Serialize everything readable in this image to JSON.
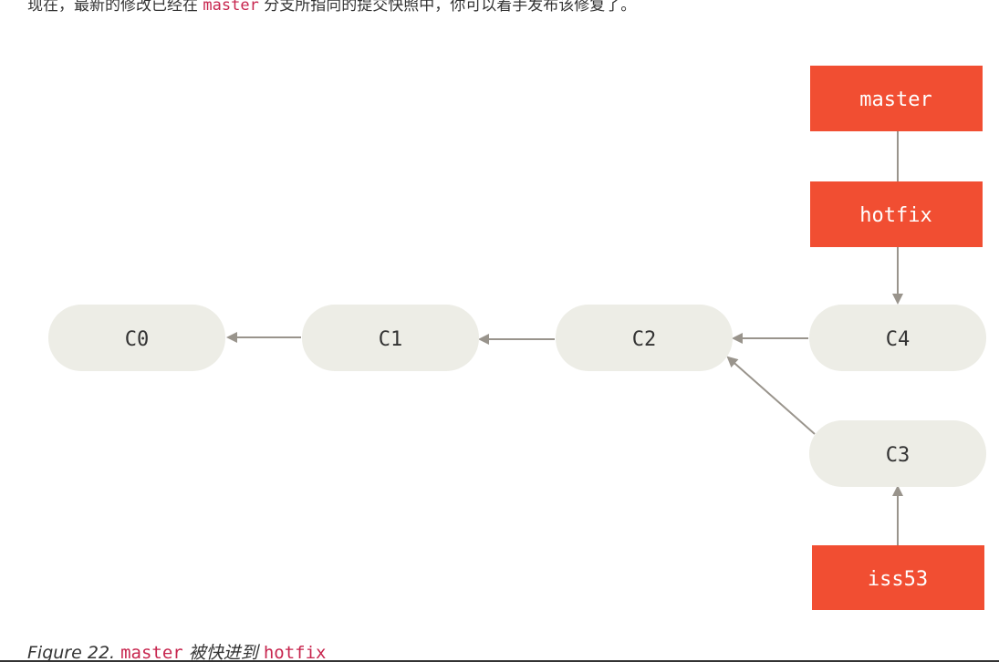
{
  "intro": {
    "text_before": "现在，最新的修改已经在 ",
    "code": "master",
    "text_after": " 分支所指向的提交快照中，你可以着手发布该修复了。"
  },
  "diagram": {
    "commits": [
      {
        "id": "c0",
        "label": "C0"
      },
      {
        "id": "c1",
        "label": "C1"
      },
      {
        "id": "c2",
        "label": "C2"
      },
      {
        "id": "c4",
        "label": "C4"
      },
      {
        "id": "c3",
        "label": "C3"
      }
    ],
    "branches": [
      {
        "id": "master",
        "label": "master"
      },
      {
        "id": "hotfix",
        "label": "hotfix"
      },
      {
        "id": "iss53",
        "label": "iss53"
      }
    ],
    "edges": [
      {
        "from": "c1",
        "to": "c0"
      },
      {
        "from": "c2",
        "to": "c1"
      },
      {
        "from": "c4",
        "to": "c2"
      },
      {
        "from": "c3",
        "to": "c2"
      },
      {
        "from": "hotfix",
        "to": "c4"
      },
      {
        "from": "iss53",
        "to": "c3"
      },
      {
        "from": "master",
        "to": "hotfix"
      }
    ],
    "colors": {
      "commit_fill": "#ededE6",
      "branch_fill": "#f14e32",
      "edge": "#99948c",
      "code_text": "#c7254e"
    }
  },
  "caption": {
    "prefix": "Figure 22. ",
    "code1": "master",
    "middle": " 被快进到 ",
    "code2": "hotfix"
  }
}
